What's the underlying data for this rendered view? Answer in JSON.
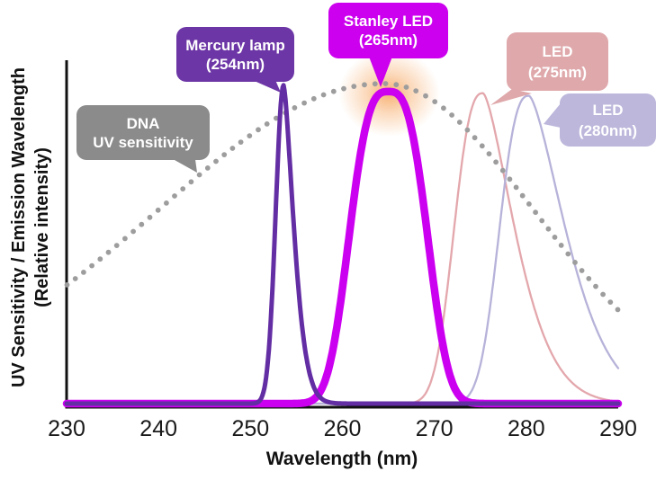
{
  "chart_data": {
    "type": "line",
    "title": "",
    "xlabel": "Wavelength (nm)",
    "ylabel_line1": "UV Sensitivity / Emission Wavelength",
    "ylabel_line2": "(Relative intensity)",
    "xlim": [
      230,
      290
    ],
    "ylim": [
      0,
      1.05
    ],
    "x_ticks": [
      230,
      240,
      250,
      260,
      270,
      280,
      290
    ],
    "grid": false,
    "legend_position": "callout-bubbles",
    "series": [
      {
        "id": "dna",
        "name": "DNA UV sensitivity",
        "style": "dotted",
        "color": "#9D9D9D",
        "peak_nm": 264.5,
        "amplitude": 1.0,
        "left": {
          "w": 34.6,
          "p": 2
        },
        "right": {
          "w": 23.0,
          "p": 2
        },
        "dot_radius": 2.9,
        "dot_spacing": 11.5,
        "readings": [
          {
            "nm": 230,
            "value": 0.37
          },
          {
            "nm": 245,
            "value": 0.7
          },
          {
            "nm": 251,
            "value": 0.86
          },
          {
            "nm": 264.5,
            "value": 1.0
          },
          {
            "nm": 276,
            "value": 0.8
          },
          {
            "nm": 283.8,
            "value": 0.48
          },
          {
            "nm": 290,
            "value": 0.29
          }
        ]
      },
      {
        "id": "led275",
        "name": "LED (275nm)",
        "style": "line",
        "color": "#E3A7AC",
        "stroke": 2.3,
        "peak_nm": 275.3,
        "amplitude": 0.97,
        "left": {
          "w": 3.9,
          "p": 2.6
        },
        "right": {
          "w": 5.0,
          "p": 1.5
        }
      },
      {
        "id": "led280",
        "name": "LED (280nm)",
        "style": "line",
        "color": "#B6B2D9",
        "stroke": 2.3,
        "peak_nm": 280.3,
        "amplitude": 0.962,
        "left": {
          "w": 4.0,
          "p": 2.6
        },
        "right": {
          "w": 5.8,
          "p": 1.5
        }
      },
      {
        "id": "stanley",
        "name": "Stanley LED (265nm)",
        "style": "line",
        "color": "#CC00F0",
        "stroke": 8.5,
        "peak_nm": 265.0,
        "amplitude": 0.975,
        "left": {
          "w": 5.0,
          "p": 3.0
        },
        "right": {
          "w": 5.0,
          "p": 3.0
        }
      },
      {
        "id": "mercury",
        "name": "Mercury lamp (254nm)",
        "style": "line",
        "color": "#632DA3",
        "stroke": 5,
        "peak_nm": 253.6,
        "amplitude": 0.995,
        "left": {
          "w": 1.2,
          "p": 2
        },
        "right": {
          "w": 1.6,
          "p": 1.5
        }
      }
    ],
    "glow": {
      "color": "#F6A45C",
      "center_nm": 265.1,
      "center_value": 0.97,
      "rx": 56,
      "ry": 48
    },
    "callouts": {
      "dna": {
        "line1": "DNA",
        "line2": "UV sensitivity",
        "bg": "#8B8B8B"
      },
      "mercury": {
        "line1": "Mercury lamp",
        "line2": "(254nm)",
        "bg": "#6D36A6"
      },
      "stanley": {
        "line1": "Stanley LED",
        "line2": "(265nm)",
        "bg": "#CC00EE"
      },
      "led275": {
        "line1": "LED",
        "line2": "(275nm)",
        "bg": "#DFA8AB"
      },
      "led280": {
        "line1": "LED",
        "line2": "(280nm)",
        "bg": "#BCB7DB"
      }
    },
    "axis_color": "#111111"
  }
}
